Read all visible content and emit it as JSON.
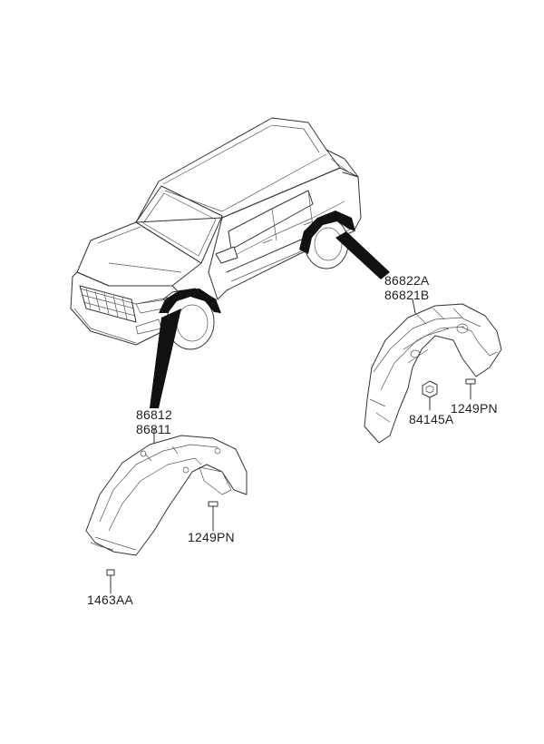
{
  "callouts": {
    "rear_liner_a": "86822A",
    "rear_liner_b": "86821B",
    "front_liner_a": "86812",
    "front_liner_b": "86811",
    "nut": "84145A",
    "screw_rear": "1249PN",
    "screw_front": "1249PN",
    "clip": "1463AA"
  }
}
